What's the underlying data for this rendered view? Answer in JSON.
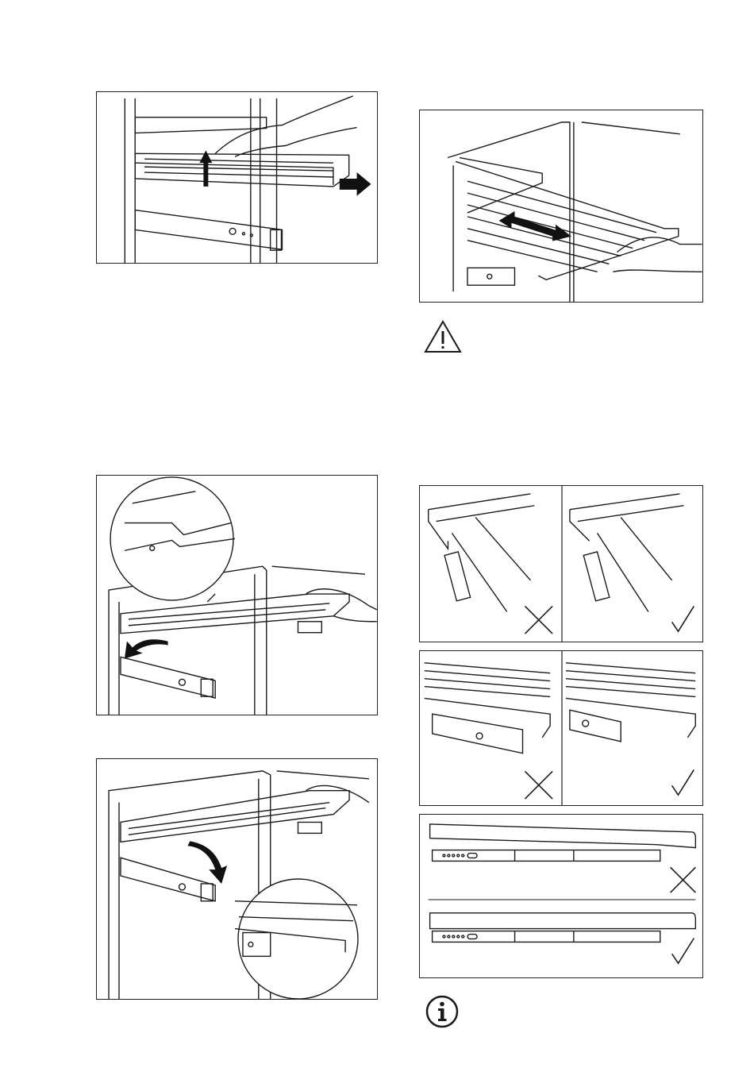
{
  "page": {
    "background": "#ffffff",
    "line_color": "#1a1a1a",
    "arrow_color": "#111111"
  },
  "figures": [
    {
      "id": "remove-shelf-lift-pull",
      "icons": [
        "arrow-up-icon",
        "arrow-right-icon"
      ]
    },
    {
      "id": "shelf-slide-on-rails",
      "icons": [
        "double-arrow-icon"
      ]
    },
    {
      "id": "tilt-shelf-out",
      "icons": [
        "curved-arrow-icon",
        "magnifier-callout"
      ]
    },
    {
      "id": "lower-shelf-on-rails",
      "icons": [
        "curved-arrow-icon",
        "magnifier-callout"
      ]
    },
    {
      "id": "rail-front-hook-check",
      "marks": [
        "wrong",
        "correct"
      ]
    },
    {
      "id": "rail-side-position-check",
      "marks": [
        "wrong",
        "correct"
      ]
    },
    {
      "id": "rail-alignment-check",
      "marks": [
        "wrong",
        "correct"
      ]
    }
  ],
  "symbols": {
    "warning": "warning-triangle-icon",
    "info": "info-circle-icon"
  }
}
